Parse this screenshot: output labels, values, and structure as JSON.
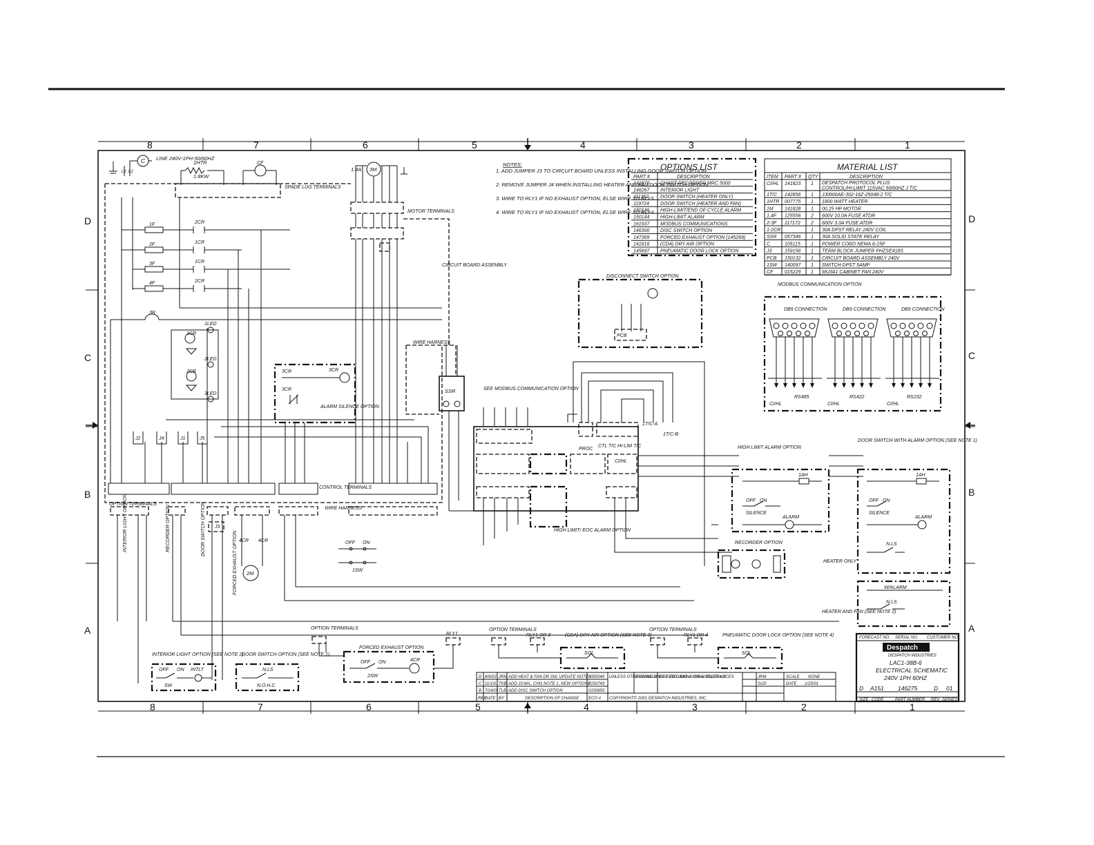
{
  "zones_top": [
    "8",
    "7",
    "6",
    "5",
    "4",
    "3",
    "2",
    "1"
  ],
  "zones_bottom": [
    "8",
    "7",
    "6",
    "5",
    "4",
    "3",
    "2",
    "1"
  ],
  "zones_side": [
    "D",
    "C",
    "B",
    "A"
  ],
  "supply": {
    "line": "LINE 240V-1PH-50/60HZ",
    "c": "C",
    "l1": "L1",
    "l2": "L2"
  },
  "heater": {
    "tag": "1HTR",
    "rating": "1.8KW"
  },
  "cabinet_fan": "CF",
  "motor": {
    "tag": "3M",
    "amps": "1.4A"
  },
  "labels": {
    "spade_lug": "SPADE LUG TERMINALS",
    "motor_terminals": "MOTOR TERMINALS",
    "circuit_board": "CIRCUIT BOARD ASSEMBLY",
    "wire_harness_1": "WIRE HARNESS",
    "wire_harness_2": "WIRE HARNESS",
    "control_terminals": "CONTROL TERMINALS",
    "option_terminals": "OPTION TERMINALS",
    "alarm_silence": "ALARM SILENCE OPTION",
    "see_modbus": "SEE MODBUS COMMUNICATION OPTION",
    "high_limit_edc": "HIGH LIMIT/ EOC ALARM OPTION",
    "interior_light_option": "INTERIOR LIGHT OPTION",
    "recorder_option_v": "RECORDER OPTION",
    "door_switch_option_v": "DOOR SWITCH OPTION",
    "forced_exhaust_v": "FORCED EXHAUST OPTION",
    "heater_only": "HEATER ONLY",
    "heater_and_fan": "HEATER AND FAN (SEE NOTE 2)",
    "j3": "J3",
    "ssr": "SSR",
    "pcb": "PCB",
    "proc": "PROC",
    "ctl_tc": "CTL T/C",
    "hi_lim_tc": "HI-LIM T/C",
    "tc_a": "1T/C-A",
    "tc_b": "1T/C-B",
    "sw1": "1SW",
    "sw": "SW",
    "sw2": "2SW",
    "m2": "2M",
    "cr4": "4CR",
    "ci_hl": "CI/HL",
    "rs485": "RS485",
    "rs422": "RS422",
    "rs232": "RS232",
    "db9": "DB9 CONNECTION",
    "modbus": "MODBUS COMMUNICATION OPTION"
  },
  "fuses": [
    "1F",
    "2F",
    "3F",
    "4F",
    "3R"
  ],
  "relays": [
    "2CR",
    "1CR",
    "1CR",
    "2CR"
  ],
  "leds": [
    "1LED",
    "2LED",
    "3LED"
  ],
  "jumpers": [
    "J2",
    "J4",
    "J1",
    "J5"
  ],
  "notes": {
    "title": "NOTES:",
    "items": [
      "1. ADD JUMPER J3 TO CIRCUIT BOARD UNLESS INSTALLING DOOR SWITCH OPTION.",
      "2. REMOVE JUMPER J4 WHEN INSTALLING HEATER AND FAN DOOR SWITCH OPTION.",
      "3. WIRE TO RLY1 IF NO EXHAUST OPTION, ELSE WIRE TO RLY3.",
      "4. WIRE TO RLY1 IF NO EXHAUST OPTION, ELSE WIRE TO RLY4."
    ]
  },
  "options_list": {
    "title": "OPTIONS LIST",
    "headers": [
      "PART #",
      "DESCRIPTION"
    ],
    "rows": [
      [
        "141876",
        "CHART RECORDER MRC 5000"
      ],
      [
        "146267",
        "INTERIOR LIGHT"
      ],
      [
        "111362",
        "DOOR SWITCH (HEATER ONLY)"
      ],
      [
        "119724",
        "DOOR SWITCH (HEATER AND FAN)"
      ],
      [
        "150146",
        "HIGH-LIMIT/END OF CYCLE ALARM"
      ],
      [
        "150144",
        "HIGH-LIMIT ALARM"
      ],
      [
        "161937",
        "MODBUS COMMUNICATIONS"
      ],
      [
        "146300",
        "DISC SWITCH OPTION"
      ],
      [
        "147369",
        "FORCED EXHAUST OPTION (145269)"
      ],
      [
        "141816",
        "(CDA) DRY AIR OPTION"
      ],
      [
        "145697",
        "PNEUMATIC DOOR LOCK OPTION"
      ]
    ]
  },
  "material_list": {
    "title": "MATERIAL LIST",
    "headers": [
      "ITEM",
      "PART #",
      "QTY",
      "DESCRIPTION"
    ],
    "rows": [
      [
        "CI/HL",
        "141823",
        "1",
        "DESPATCH PROTOCOL PLUS CONTROL/HI-LIMIT 115VAC 50/60HZ J T/C"
      ],
      [
        "1T/C",
        "142856",
        "1",
        "JJ0900AE-302-16Z-25048-2 T/C"
      ],
      [
        "1HTR",
        "007775",
        "1",
        "1800 WATT HEATER"
      ],
      [
        "1M",
        "141828",
        "1",
        "00.25 HP MOTOR"
      ],
      [
        "1,4F",
        "125556",
        "2",
        "600V 10.0A FUSE ATDR"
      ],
      [
        "2-3F",
        "117172",
        "2",
        "600V 3.0A FUSE ATDR"
      ],
      [
        "1-2CR",
        "",
        "1",
        "30A DPST RELAY 240V COIL"
      ],
      [
        "SSR",
        "057346",
        "1",
        "30A SOLID STATE RELAY"
      ],
      [
        "C",
        "105115",
        "1",
        "POWER CORD NEMA 6-15P"
      ],
      [
        "J3",
        "159156",
        "1",
        "TERM BLOCK JUMPER PHZSE418S"
      ],
      [
        "PCB",
        "150132",
        "1",
        "CIRCUIT BOARD ASSEMBLY 240V"
      ],
      [
        "1SW",
        "140097",
        "1",
        "SWITCH DPST 5AMP"
      ],
      [
        "CF",
        "015229",
        "1",
        "MU3A1 CABINET FAN 240V"
      ]
    ]
  },
  "options": {
    "disconnect": "DISCONNECT SWITCH OPTION",
    "high_limit_alarm": "HIGH LIMIT ALARM OPTION",
    "door_switch_alarm": "DOOR SWITCH WITH ALARM OPTION (SEE NOTE 1)",
    "recorder": "RECORDER OPTION",
    "interior_light": "INTERIOR LIGHT OPTION (SEE NOTE 2)",
    "door_switch": "DOOR SWITCH OPTION (SEE NOTE 1)",
    "forced_exhaust": "FORCED EXHAUST OPTION",
    "dry_air": "(CDA) DRY AIR OPTION (SEE NOTE 3)",
    "pneumatic": "PNEUMATIC DOOR LOCK OPTION (SEE NOTE 4)",
    "w_alarm": "W/ALARM",
    "silence": "SILENCE",
    "alarm": "ALARM",
    "off": "OFF",
    "on": "ON",
    "nls": "N.LS",
    "nohc": "N.O.H.C",
    "intlt": "INTLT",
    "sol": "SOL",
    "rly1_or_3": "RLY1 OR 3",
    "rly1_or_4": "RLY1 OR 4",
    "rly1": "RLY1",
    "opt_terms": "OPTION TERMINALS",
    "ah": "1AH"
  },
  "revisions": {
    "rows": [
      [
        "D",
        "8/9/02",
        "JRM",
        "ADD HEAT & FAN DR SW, UPDATE NOTES",
        "0350045"
      ],
      [
        "C",
        "11/1/01",
        "TKB",
        "ADD J3-M/L, CHG NOTE 1, NEW OPTIONS",
        "0150743"
      ],
      [
        "B",
        "7/24/01",
        "TLB",
        "ADD DISC SWITCH OPTION",
        "0150655"
      ]
    ],
    "headers": [
      "REV",
      "DATE",
      "BY",
      "DESCRIPTION OF CHANGE",
      "ECO #"
    ]
  },
  "title_block": {
    "company": "Despatch",
    "company_tag": "DESPATCH INDUSTRIES",
    "model": "LAC1-38B-6",
    "title1": "ELECTRICAL SCHEMATIC",
    "title2": "240V 1PH 60HZ",
    "size": "D",
    "code": "A151",
    "part_number": "146275",
    "rev": "D",
    "series": "01",
    "drawn": "JRM",
    "scale_label": "SCALE",
    "scale": "NONE",
    "date_label": "DATE",
    "date": "1/25/01",
    "chk": "SUD",
    "copyright": "COPYRIGHT© 2001 DESPATCH INDUSTRIES, INC.",
    "tolerance": "UNLESS OTHERWISE SPECIFIED DIMENSIONAL TOLERANCES:",
    "decimals": "DECIMALS .XX ± .030 .XXX ± .005 ANGLES ± 1°",
    "footer_labels": [
      "SIZE",
      "CODE",
      "PART NUMBER",
      "REV",
      "SERIES"
    ],
    "header_labels": [
      "FORECAST NO.",
      "SERIAL NO.",
      "CUSTOMER NO."
    ]
  }
}
